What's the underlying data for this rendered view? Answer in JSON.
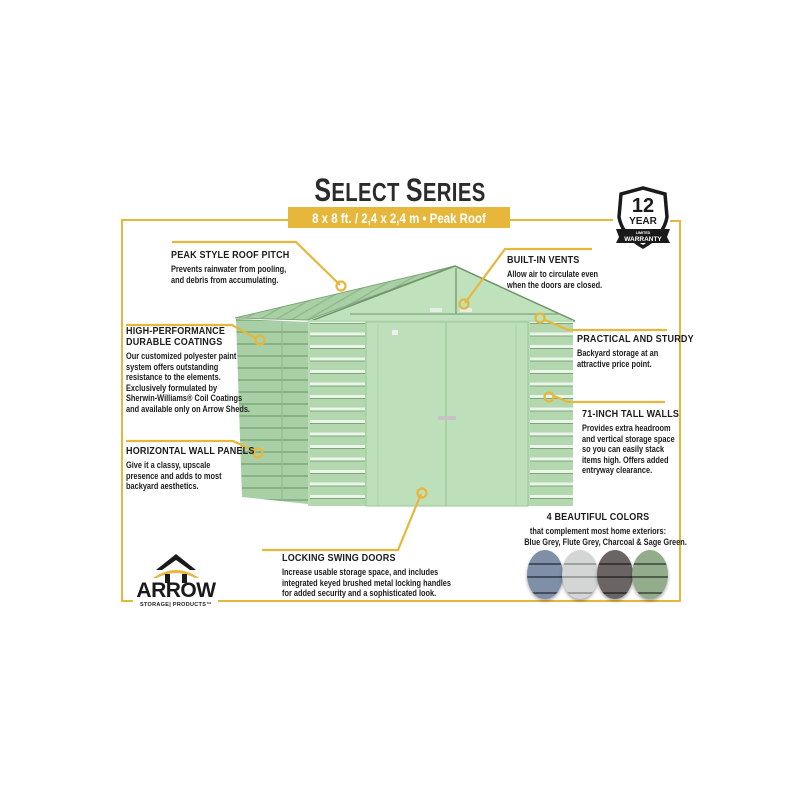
{
  "header": {
    "title_first_cap": "S",
    "title_first_rest": "ELECT ",
    "title_second_cap": "S",
    "title_second_rest": "ERIES",
    "subtitle": "8 x 8 ft. / 2,4 x 2,4 m  •  Peak Roof"
  },
  "badge": {
    "number": "12",
    "word": "YEAR",
    "ribbon_small": "LIMITED",
    "ribbon_big": "WARRANTY"
  },
  "callouts": {
    "roof": {
      "title": "PEAK STYLE ROOF PITCH",
      "lines": [
        "Prevents rainwater from pooling,",
        "and debris from accumulating."
      ]
    },
    "coatings": {
      "title_lines": [
        "HIGH-PERFORMANCE",
        "DURABLE COATINGS"
      ],
      "lines": [
        "Our customized polyester paint",
        "system offers outstanding",
        "resistance to the elements.",
        "Exclusively formulated by",
        "Sherwin-Williams® Coil Coatings",
        "and available only on Arrow Sheds."
      ]
    },
    "panels": {
      "title": "HORIZONTAL WALL PANELS",
      "lines": [
        "Give it a classy, upscale",
        "presence and adds to most",
        "backyard aesthetics."
      ]
    },
    "vents": {
      "title": "BUILT-IN VENTS",
      "lines": [
        "Allow air to circulate even",
        "when the doors are closed."
      ]
    },
    "sturdy": {
      "title": "PRACTICAL AND STURDY",
      "lines": [
        "Backyard storage at an",
        "attractive price point."
      ]
    },
    "walls": {
      "title": "71-INCH TALL WALLS",
      "lines": [
        "Provides extra headroom",
        "and vertical storage space",
        "so you can easily stack",
        "items high. Offers added",
        "entryway clearance."
      ]
    },
    "doors": {
      "title": "LOCKING SWING DOORS",
      "lines": [
        "Increase usable storage space, and includes",
        "integrated keyed brushed metal locking handles",
        "for added security and a sophisticated look."
      ]
    },
    "colors": {
      "title": "4 BEAUTIFUL COLORS",
      "lines": [
        "that complement most home exteriors:",
        "Blue Grey, Flute Grey, Charcoal & Sage Green."
      ]
    }
  },
  "swatches": [
    {
      "name": "Blue Grey",
      "color": "#7f8fa8"
    },
    {
      "name": "Flute Grey",
      "color": "#d4d6d6"
    },
    {
      "name": "Charcoal",
      "color": "#6a6564"
    },
    {
      "name": "Sage Green",
      "color": "#93ad8c"
    }
  ],
  "logo": {
    "brand": "ARROW",
    "tagline": "STORAGE| PRODUCTS™"
  },
  "colors": {
    "accent": "#e7b73c",
    "shed_green": "#b9dcb6",
    "text": "#1c1c1c"
  }
}
